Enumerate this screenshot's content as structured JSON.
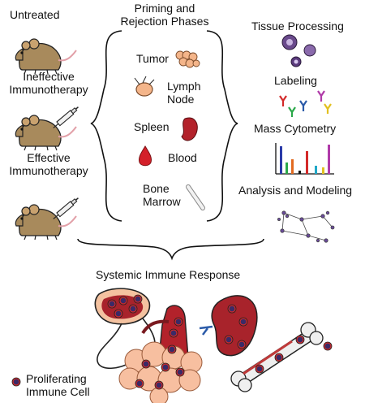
{
  "conditions": {
    "untreated": "Untreated",
    "ineffective": [
      "Ineffective",
      "Immunotherapy"
    ],
    "effective": [
      "Effective",
      "Immunotherapy"
    ]
  },
  "phases": {
    "title": [
      "Priming and",
      "Rejection Phases"
    ],
    "tumor": "Tumor",
    "lymph_node": [
      "Lymph",
      "Node"
    ],
    "spleen": "Spleen",
    "blood": "Blood",
    "bone_marrow": [
      "Bone",
      "Marrow"
    ]
  },
  "workflow": {
    "tissue_processing": "Tissue Processing",
    "labeling": "Labeling",
    "mass_cytometry": "Mass Cytometry",
    "analysis": "Analysis and Modeling"
  },
  "systemic": {
    "title": "Systemic Immune Response",
    "legend": [
      "Proliferating",
      "Immune Cell"
    ]
  },
  "colors": {
    "mouse": "#a88a5c",
    "tumor": "#f4b58a",
    "organ": "#b3222b",
    "blood": "#d4202a",
    "cell_purple": "#4a2b6e",
    "cell_red": "#d32a2a"
  }
}
